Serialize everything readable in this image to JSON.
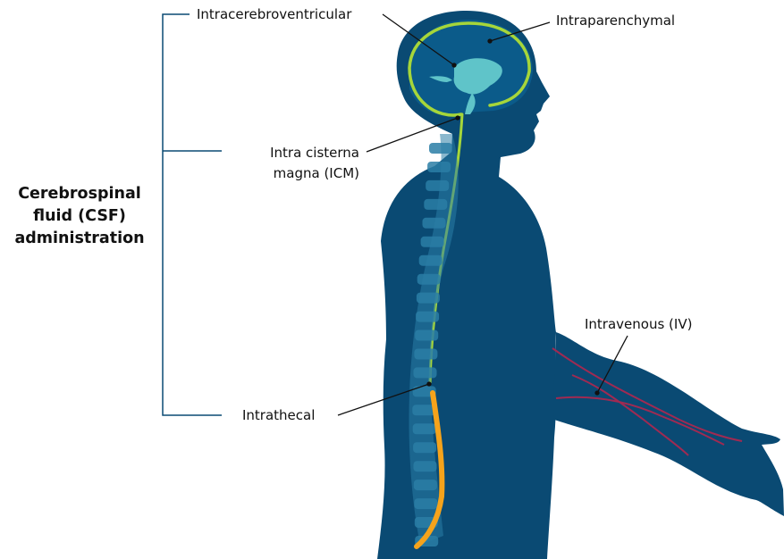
{
  "colors": {
    "body": "#0a4a73",
    "body_dark": "#083b5e",
    "head_interior": "#0b5b8a",
    "brain_ventricle": "#5fc4c9",
    "cns_outline": "#a6d63a",
    "intrathecal_fill": "#f5a31b",
    "vertebra": "#2a7ea6",
    "vein": "#a02a52",
    "bracket": "#0a4a73",
    "leader": "#111111"
  },
  "icons": {
    "brain": "brain-icon",
    "spine": "spine-icon",
    "vein": "vein-icon"
  },
  "group_label": {
    "line1": "Cerebrospinal",
    "line2": "fluid (CSF)",
    "line3": "administration"
  },
  "labels": {
    "intracerebroventricular": "Intracerebroventricular",
    "intraparenchymal": "Intraparenchymal",
    "icm_line1": "Intra cisterna",
    "icm_line2": "magna (ICM)",
    "intrathecal": "Intrathecal",
    "intravenous": "Intravenous (IV)"
  }
}
